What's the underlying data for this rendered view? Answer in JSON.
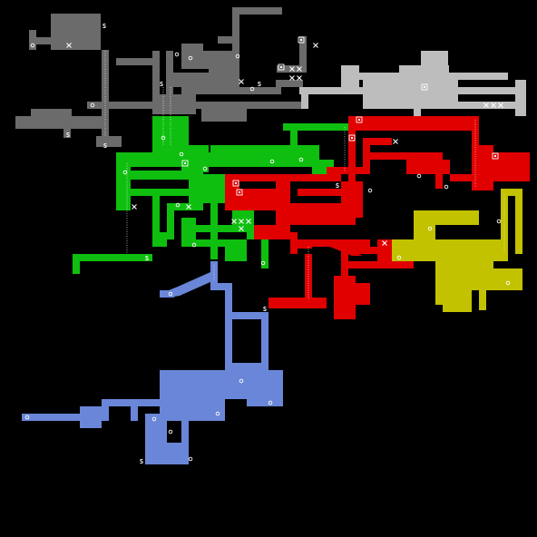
{
  "map": {
    "background": "#000000",
    "marker_stroke": "#ffffff",
    "regions": [
      {
        "name": "region-gray-dark",
        "color": "#6b6b6b"
      },
      {
        "name": "region-gray-light",
        "color": "#bdbdbd"
      },
      {
        "name": "region-green",
        "color": "#0fbf0f"
      },
      {
        "name": "region-red",
        "color": "#e00000"
      },
      {
        "name": "region-yellow",
        "color": "#c2c200"
      },
      {
        "name": "region-blue",
        "color": "#6a86d8"
      }
    ],
    "marker_types": {
      "save": "S",
      "item": "circle",
      "hidden": "x",
      "door": "square"
    },
    "save_label": "S"
  }
}
